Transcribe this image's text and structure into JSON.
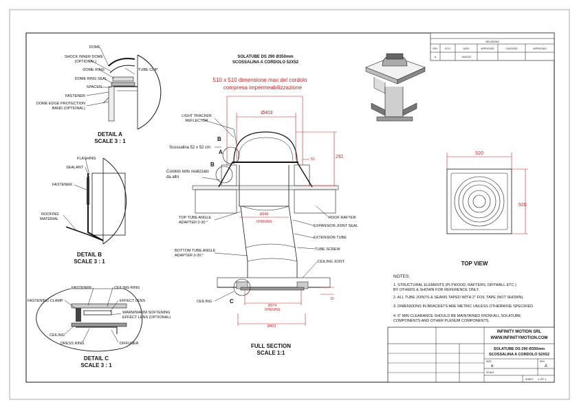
{
  "detail_a": {
    "labels": [
      "DOME",
      "SHOCK INNER DOME",
      "(OPTIONAL)",
      "DOME RING",
      "DOME RING SEAL",
      "SPACER",
      "FASTENER",
      "DOME EDGE PROTECTION",
      "BAND (OPTIONAL)",
      "TUBE CLIP"
    ],
    "title": "DETAIL A",
    "scale": "SCALE 3 : 1"
  },
  "detail_b": {
    "labels": [
      "FLASHING",
      "SEALANT",
      "FASTENER",
      "ROOFING",
      "MATERIAL"
    ],
    "title": "DETAIL B",
    "scale": "SCALE 3 : 1"
  },
  "detail_c": {
    "labels": [
      "FASTENER",
      "CEILING RING",
      "FASTENING CLAMP",
      "EFFECT LENS",
      "WARM/WARM SOFTENING",
      "EFFECT LENS (OPTIONAL)",
      "CEILING",
      "DRESS RING",
      "DIFFUSER"
    ],
    "title": "DETAIL C",
    "scale": "SCALE 3 : 1"
  },
  "section": {
    "header_line1": "SOLATUBE DS 290 Ø350mm",
    "header_line2": "SCOSSALINA A CORDOLO 52X52",
    "note_line1": "510 x 510 dimensione max del cordolo",
    "note_line2": "compresa impermeabilizzazione",
    "dim_top": "Ø403",
    "dim_height": "291",
    "dim_small": "52",
    "dim_inner": "Ø348",
    "dim_inner_sub": "OPENING",
    "dim_bottom": "Ø374",
    "dim_bottom_sub": "OPENING",
    "dim_base": "Ø403",
    "dim_ceiling": "10",
    "callout_a": "A",
    "callout_b1": "B",
    "callout_b2": "B",
    "callout_c": "C",
    "labels": {
      "light_tracker_1": "LIGHT TRACKER",
      "light_tracker_2": "REFLECTOR",
      "scossalina": "Scossalina 52 x 52 cm",
      "cordolo_1": "Cordolo tetto realizzato",
      "cordolo_2": "da altri",
      "top_adapter_1": "TOP TUBE ANGLE",
      "top_adapter_2": "ADAPTER 0-30 °",
      "bottom_adapter_1": "BOTTOM TUBE ANGLE",
      "bottom_adapter_2": "ADAPTER 0-30 °",
      "roof_rafter": "ROOF RAFTER",
      "expansion_seal": "EXPANSION JOINT SEAL",
      "extension_tube": "EXTENSION TUBE",
      "tube_screw": "TUBE SCREW",
      "ceiling_joist": "CEILING JOIST",
      "ceiling": "CEILING"
    },
    "title": "FULL SECTION",
    "scale": "SCALE 1:1"
  },
  "top_view": {
    "dim_width": "520",
    "dim_height": "520",
    "title": "TOP VIEW"
  },
  "revisions": {
    "title": "REVISIONS",
    "headers": [
      "REV",
      "ECO",
      "DATE",
      "APPROVED",
      "CHECKED",
      "APPROVED"
    ],
    "row": [
      "A",
      "",
      "10/02/23",
      "",
      "",
      ""
    ]
  },
  "notes": {
    "title": "NOTES:",
    "items": [
      "1.  STRUCTURAL ELEMENTS (PLYWOOD, RAFTERS, DRYWALL ETC.)",
      "     BY OTHERS & SHOWN FOR REFERENCE ONLY.",
      "2.  ALL TUBE JOINTS & SEAMS TAPED WITH 2\" FOIL TAPE (NOT SHOWN).",
      "3.  DIMENSIONS IN BRACKETS ARE METRIC UNLESS OTHERWISE SPECIFIED.",
      "4.  6\" MIN CLEARANCE SHOULD BE MAINTAINED FROM ALL SOLATUBE",
      "     COMPONENTS AND OTHER PLENUM COMPONENTS."
    ]
  },
  "title_block": {
    "company": "INFINITY MOTION SRL",
    "website": "WWW.INFINITYMOTION.COM",
    "drawing_title_1": "SOLATUBE DS 290 Ø350mm",
    "drawing_title_2": "SCOSSALINA A CORDOLO 52X52",
    "rev_label": "REV",
    "rev": "A",
    "size_label": "SIZE",
    "size": "A",
    "scale_label": "SCALE",
    "scale": "",
    "sheet_label": "SHEET",
    "sheet": "1 OF 1"
  }
}
